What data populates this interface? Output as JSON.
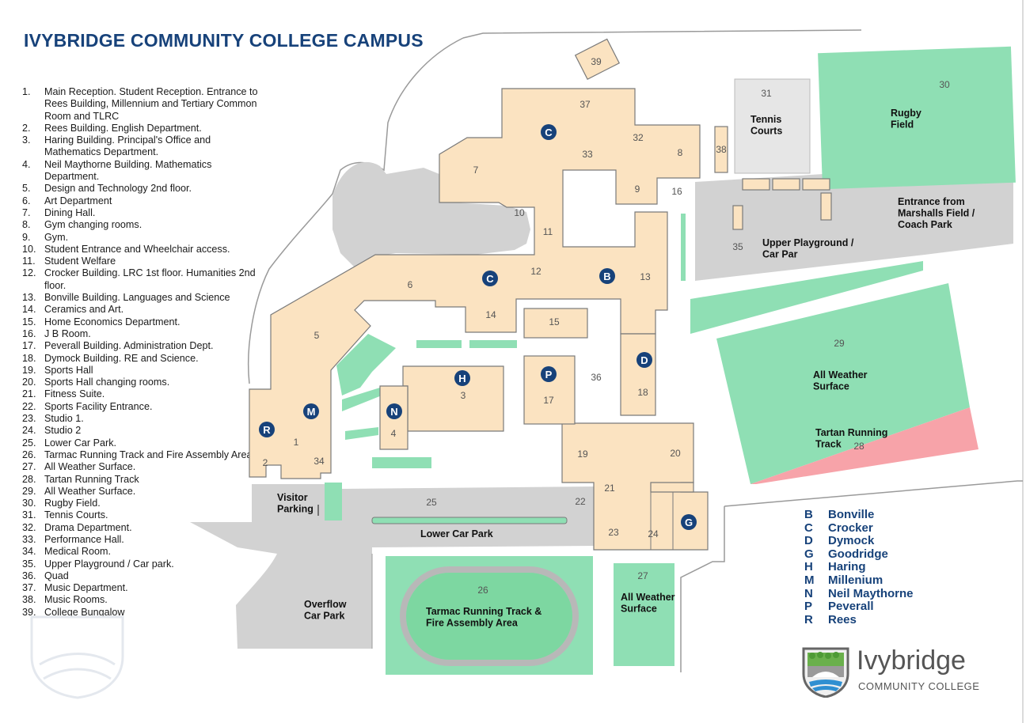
{
  "title": "IVYBRIDGE COMMUNITY COLLEGE CAMPUS",
  "legend": [
    {
      "num": "1.",
      "text": "Main Reception. Student Reception. Entrance to Rees Building, Millennium and Tertiary Common Room and TLRC"
    },
    {
      "num": "2.",
      "text": "Rees Building. English Department."
    },
    {
      "num": "3.",
      "text": "Haring Building. Principal's Office and Mathematics Department."
    },
    {
      "num": "4.",
      "text": "Neil Maythorne Building. Mathematics Department."
    },
    {
      "num": "5.",
      "text": "Design and Technology 2nd floor."
    },
    {
      "num": "6.",
      "text": "Art Department"
    },
    {
      "num": "7.",
      "text": "Dining Hall."
    },
    {
      "num": "8.",
      "text": "Gym changing rooms."
    },
    {
      "num": "9.",
      "text": "Gym."
    },
    {
      "num": "10.",
      "text": "Student Entrance and Wheelchair access."
    },
    {
      "num": "11.",
      "text": "Student Welfare"
    },
    {
      "num": "12.",
      "text": "Crocker Building. LRC 1st floor. Humanities 2nd floor."
    },
    {
      "num": "13.",
      "text": "Bonville Building. Languages and Science"
    },
    {
      "num": "14.",
      "text": "Ceramics and Art."
    },
    {
      "num": "15.",
      "text": "Home Economics Department."
    },
    {
      "num": "16.",
      "text": "J B Room."
    },
    {
      "num": "17.",
      "text": "Peverall Building. Administration Dept."
    },
    {
      "num": "18.",
      "text": "Dymock Building. RE and Science."
    },
    {
      "num": "19.",
      "text": "Sports Hall"
    },
    {
      "num": "20.",
      "text": "Sports Hall changing rooms."
    },
    {
      "num": "21.",
      "text": "Fitness Suite."
    },
    {
      "num": "22.",
      "text": "Sports Facility Entrance."
    },
    {
      "num": "23.",
      "text": "Studio 1."
    },
    {
      "num": "24.",
      "text": "Studio 2"
    },
    {
      "num": "25.",
      "text": "Lower Car Park."
    },
    {
      "num": "26.",
      "text": "Tarmac Running Track and Fire Assembly Area."
    },
    {
      "num": "27.",
      "text": "All Weather Surface."
    },
    {
      "num": "28.",
      "text": "Tartan Running Track"
    },
    {
      "num": "29.",
      "text": "All Weather Surface."
    },
    {
      "num": "30.",
      "text": "Rugby Field."
    },
    {
      "num": "31.",
      "text": "Tennis Courts."
    },
    {
      "num": "32.",
      "text": "Drama Department."
    },
    {
      "num": "33.",
      "text": "Performance Hall."
    },
    {
      "num": "34.",
      "text": "Medical Room."
    },
    {
      "num": "35.",
      "text": "Upper Playground / Car park."
    },
    {
      "num": "36.",
      "text": "Quad"
    },
    {
      "num": "37.",
      "text": "Music Department."
    },
    {
      "num": "38.",
      "text": "Music Rooms."
    },
    {
      "num": "39.",
      "text": "College Bungalow"
    }
  ],
  "map": {
    "building_numbers": [
      "1",
      "2",
      "3",
      "4",
      "5",
      "6",
      "7",
      "8",
      "9",
      "10",
      "11",
      "12",
      "13",
      "14",
      "15",
      "16",
      "17",
      "18",
      "19",
      "20",
      "21",
      "22",
      "23",
      "24",
      "25",
      "26",
      "27",
      "28",
      "29",
      "30",
      "31",
      "32",
      "33",
      "34",
      "35",
      "36",
      "37",
      "38",
      "39"
    ],
    "area_labels": {
      "tennis": "Tennis\nCourts",
      "rugby": "Rugby\nField",
      "entrance": "Entrance from\nMarshalls Field /\nCoach Park",
      "upper_playground": "Upper Playground /\nCar Par",
      "all_weather_29": "All Weather\nSurface",
      "tartan": "Tartan Running\nTrack",
      "visitor": "Visitor\nParking",
      "lower_car_park": "Lower Car Park",
      "overflow": "Overflow\nCar Park",
      "tarmac": "Tarmac Running Track &\nFire Assembly Area",
      "all_weather_27": "All Weather\nSurface"
    },
    "circles": [
      "C",
      "C",
      "B",
      "D",
      "H",
      "P",
      "N",
      "M",
      "R",
      "G"
    ]
  },
  "key": [
    {
      "letter": "B",
      "name": "Bonville"
    },
    {
      "letter": "C",
      "name": "Crocker"
    },
    {
      "letter": "D",
      "name": "Dymock"
    },
    {
      "letter": "G",
      "name": "Goodridge"
    },
    {
      "letter": "H",
      "name": "Haring"
    },
    {
      "letter": "M",
      "name": "Millenium"
    },
    {
      "letter": "N",
      "name": "Neil Maythorne"
    },
    {
      "letter": "P",
      "name": "Peverall"
    },
    {
      "letter": "R",
      "name": "Rees"
    }
  ],
  "logo": {
    "name": "Ivybridge",
    "sub": "COMMUNITY COLLEGE"
  },
  "colors": {
    "building": "#fbe3c1",
    "green": "#8fdfb4",
    "road": "#d2d2d2",
    "tartan": "#f7a3a9",
    "tennis": "#e6e6e6",
    "accent": "#17427a"
  }
}
